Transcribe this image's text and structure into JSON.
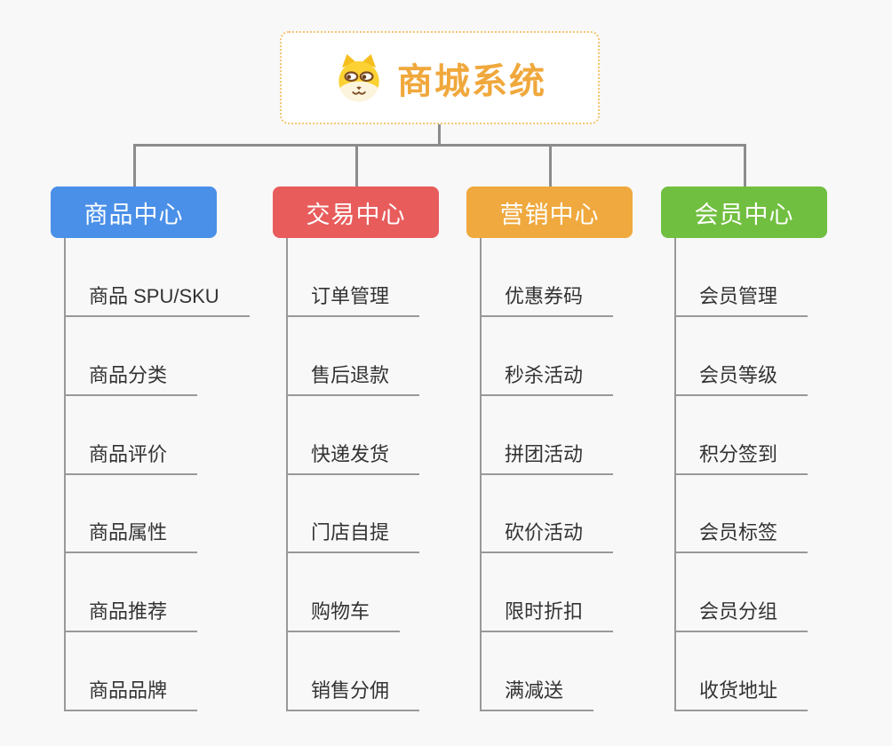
{
  "canvas": {
    "background": "#F8F8F8"
  },
  "root": {
    "title": "商城系统",
    "icon": "shiba-dog-icon",
    "title_color": "#F0A83C",
    "border_color": "#F3C571"
  },
  "branches": [
    {
      "label": "商品中心",
      "color": "#4A90E8",
      "children": [
        "商品 SPU/SKU",
        "商品分类",
        "商品评价",
        "商品属性",
        "商品推荐",
        "商品品牌"
      ]
    },
    {
      "label": "交易中心",
      "color": "#E85C5C",
      "children": [
        "订单管理",
        "售后退款",
        "快递发货",
        "门店自提",
        "购物车",
        "销售分佣"
      ]
    },
    {
      "label": "营销中心",
      "color": "#EFA93E",
      "children": [
        "优惠券码",
        "秒杀活动",
        "拼团活动",
        "砍价活动",
        "限时折扣",
        "满减送"
      ]
    },
    {
      "label": "会员中心",
      "color": "#71BF40",
      "children": [
        "会员管理",
        "会员等级",
        "积分签到",
        "会员标签",
        "会员分组",
        "收货地址"
      ]
    }
  ],
  "lines": {
    "connector_color": "#8C8C8C",
    "branch_line_color": "#999999",
    "child_text_color": "#333333"
  }
}
